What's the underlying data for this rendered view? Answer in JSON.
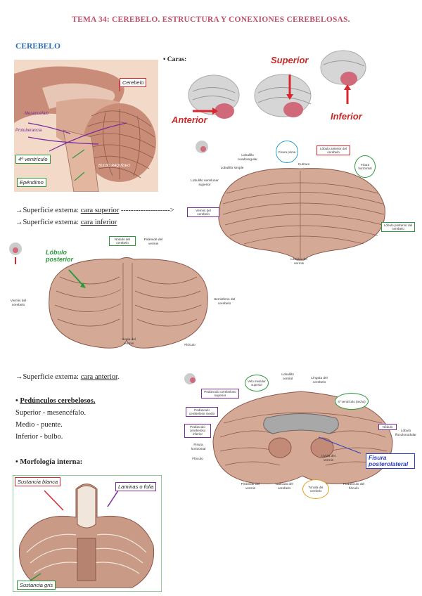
{
  "title": "TEMA 34: CEREBELO. ESTRUCTURA Y CONEXIONES CEREBELOSAS.",
  "section": "CEREBELO",
  "caras": {
    "label": "Caras:",
    "superior": "Superior",
    "anterior": "Anterior",
    "inferior": "Inferior"
  },
  "sagittal": {
    "cerebelo": "Cerebelo",
    "mesencefalo": "Mesencéfalo",
    "protuberancia": "Protuberancia",
    "ventriculo": "4º ventrículo",
    "bulbo": "BULBO RAQUÍDEO",
    "ependimo": "Epéndimo"
  },
  "superficie": {
    "arrow": "→",
    "prefix": "Superficie externa: ",
    "superior_link": "cara superior",
    "superior_tail": " -------------------->",
    "inferior_link": "cara inferior",
    "anterior_link": "cara anterior",
    "anterior_tail": "."
  },
  "superior_view": {
    "lobulillo_cuadrangular": "Lobulillo cuadrangular",
    "lobulillo_simple": "Lobulillo simple",
    "lobulillo_semilunar": "Lobulillo semilunar superior",
    "fisura_prima": "Fisura prima",
    "culmen": "Culmen",
    "lobulo_anterior": "Lóbulo anterior del cerebelo",
    "fisura_horizontal": "Fisura horizontal",
    "vermis": "Vermis del cerebelo",
    "lobulo_posterior": "Lóbulo posterior del cerebelo",
    "lamina": "Lámina del vermis"
  },
  "inferior_view": {
    "lobulo_posterior": "Lóbulo posterior",
    "nodulo": "Nódulo del cerebelo",
    "piramide": "Pirámide del vermis",
    "vermis": "Vermis del cerebelo",
    "hemisferio": "Hemisferio del cerebelo",
    "uvula": "Úvula del vermis",
    "floculo": "Flóculo"
  },
  "anterior_view": {
    "pedunculo_superior": "Pedúnculo cerebeloso superior",
    "velo": "Velo medular superior",
    "lobulillo_central": "Lobulillo central",
    "lingula": "Língula del cerebelo",
    "ventriculo": "4º ventrículo (techo)",
    "pedunculo_medio": "Pedúnculo cerebeloso medio",
    "pedunculo_inferior": "Pedúnculo cerebeloso inferior",
    "fisura_horizontal": "Fisura horizontal",
    "nodulo": "Nódulo",
    "floculo": "Flóculo",
    "lobulo_floculonodular": "Lóbulo floculonodular",
    "uvula": "Úvula del vermis",
    "fisura_posterolateral": "Fisura posterolateral",
    "piramide": "Pirámide del vermis",
    "valecula": "Valécula del cerebelo",
    "tonsila": "Tonsila del cerebelo",
    "pedunculo_flocculo": "Pedúnculo del flóculo"
  },
  "pedunculos": {
    "bullet": "•",
    "heading": "Pedúnculos cerebelosos.",
    "superior": "Superior - mesencéfalo.",
    "medio": "Medio - puente.",
    "inferior": "Inferior - bulbo."
  },
  "morfologia": {
    "bullet": "•",
    "heading": "Morfología interna:",
    "sustancia_blanca": "Sustancia blanca",
    "laminas": "Laminas o folia",
    "sustancia_gris": "Sustancia gris"
  },
  "colors": {
    "title": "#c0506a",
    "section": "#2f6fb8",
    "red": "#d8262e",
    "green": "#2a9a3a",
    "purple": "#7b2a9a",
    "tissue": "#c99a86"
  }
}
